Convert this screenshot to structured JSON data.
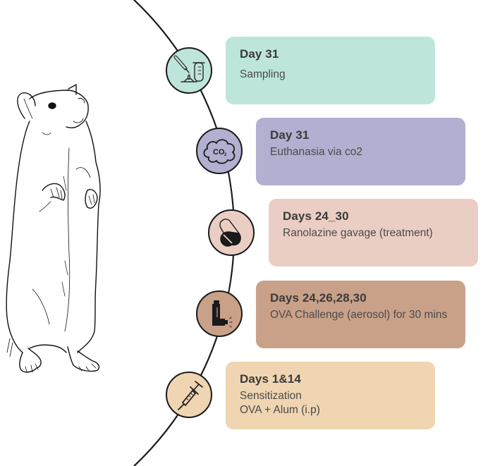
{
  "diagram": {
    "type": "experimental-timeline",
    "subject": "rat",
    "colors": {
      "sampling": "#bee5dc",
      "euthanasia": "#b1b0d1",
      "treatment": "#ebcec3",
      "challenge": "#c9a189",
      "sensitization": "#efd5b1",
      "line": "#1a1a1a",
      "title_text": "#3a3a3a",
      "body_text": "#4a4a4a"
    },
    "steps": [
      {
        "id": "sampling",
        "title": "Day 31",
        "lines": [
          "Sampling"
        ],
        "icon": "pipette-test-tube-icon"
      },
      {
        "id": "euthanasia",
        "title": "Day 31",
        "lines": [
          "Euthanasia via co2"
        ],
        "icon": "co2-cloud-icon",
        "icon_text": "CO",
        "icon_sub": "2"
      },
      {
        "id": "treatment",
        "title": "Days 24_30",
        "lines": [
          "Ranolazine gavage (treatment)"
        ],
        "icon": "pills-icon"
      },
      {
        "id": "challenge",
        "title": "Days 24,26,28,30",
        "lines": [
          "OVA Challenge (aerosol) for 30 mins"
        ],
        "icon": "inhaler-icon"
      },
      {
        "id": "sensitization",
        "title": "Days 1&14",
        "lines": [
          "Sensitization",
          "OVA + Alum (i.p)"
        ],
        "icon": "syringe-icon"
      }
    ]
  }
}
